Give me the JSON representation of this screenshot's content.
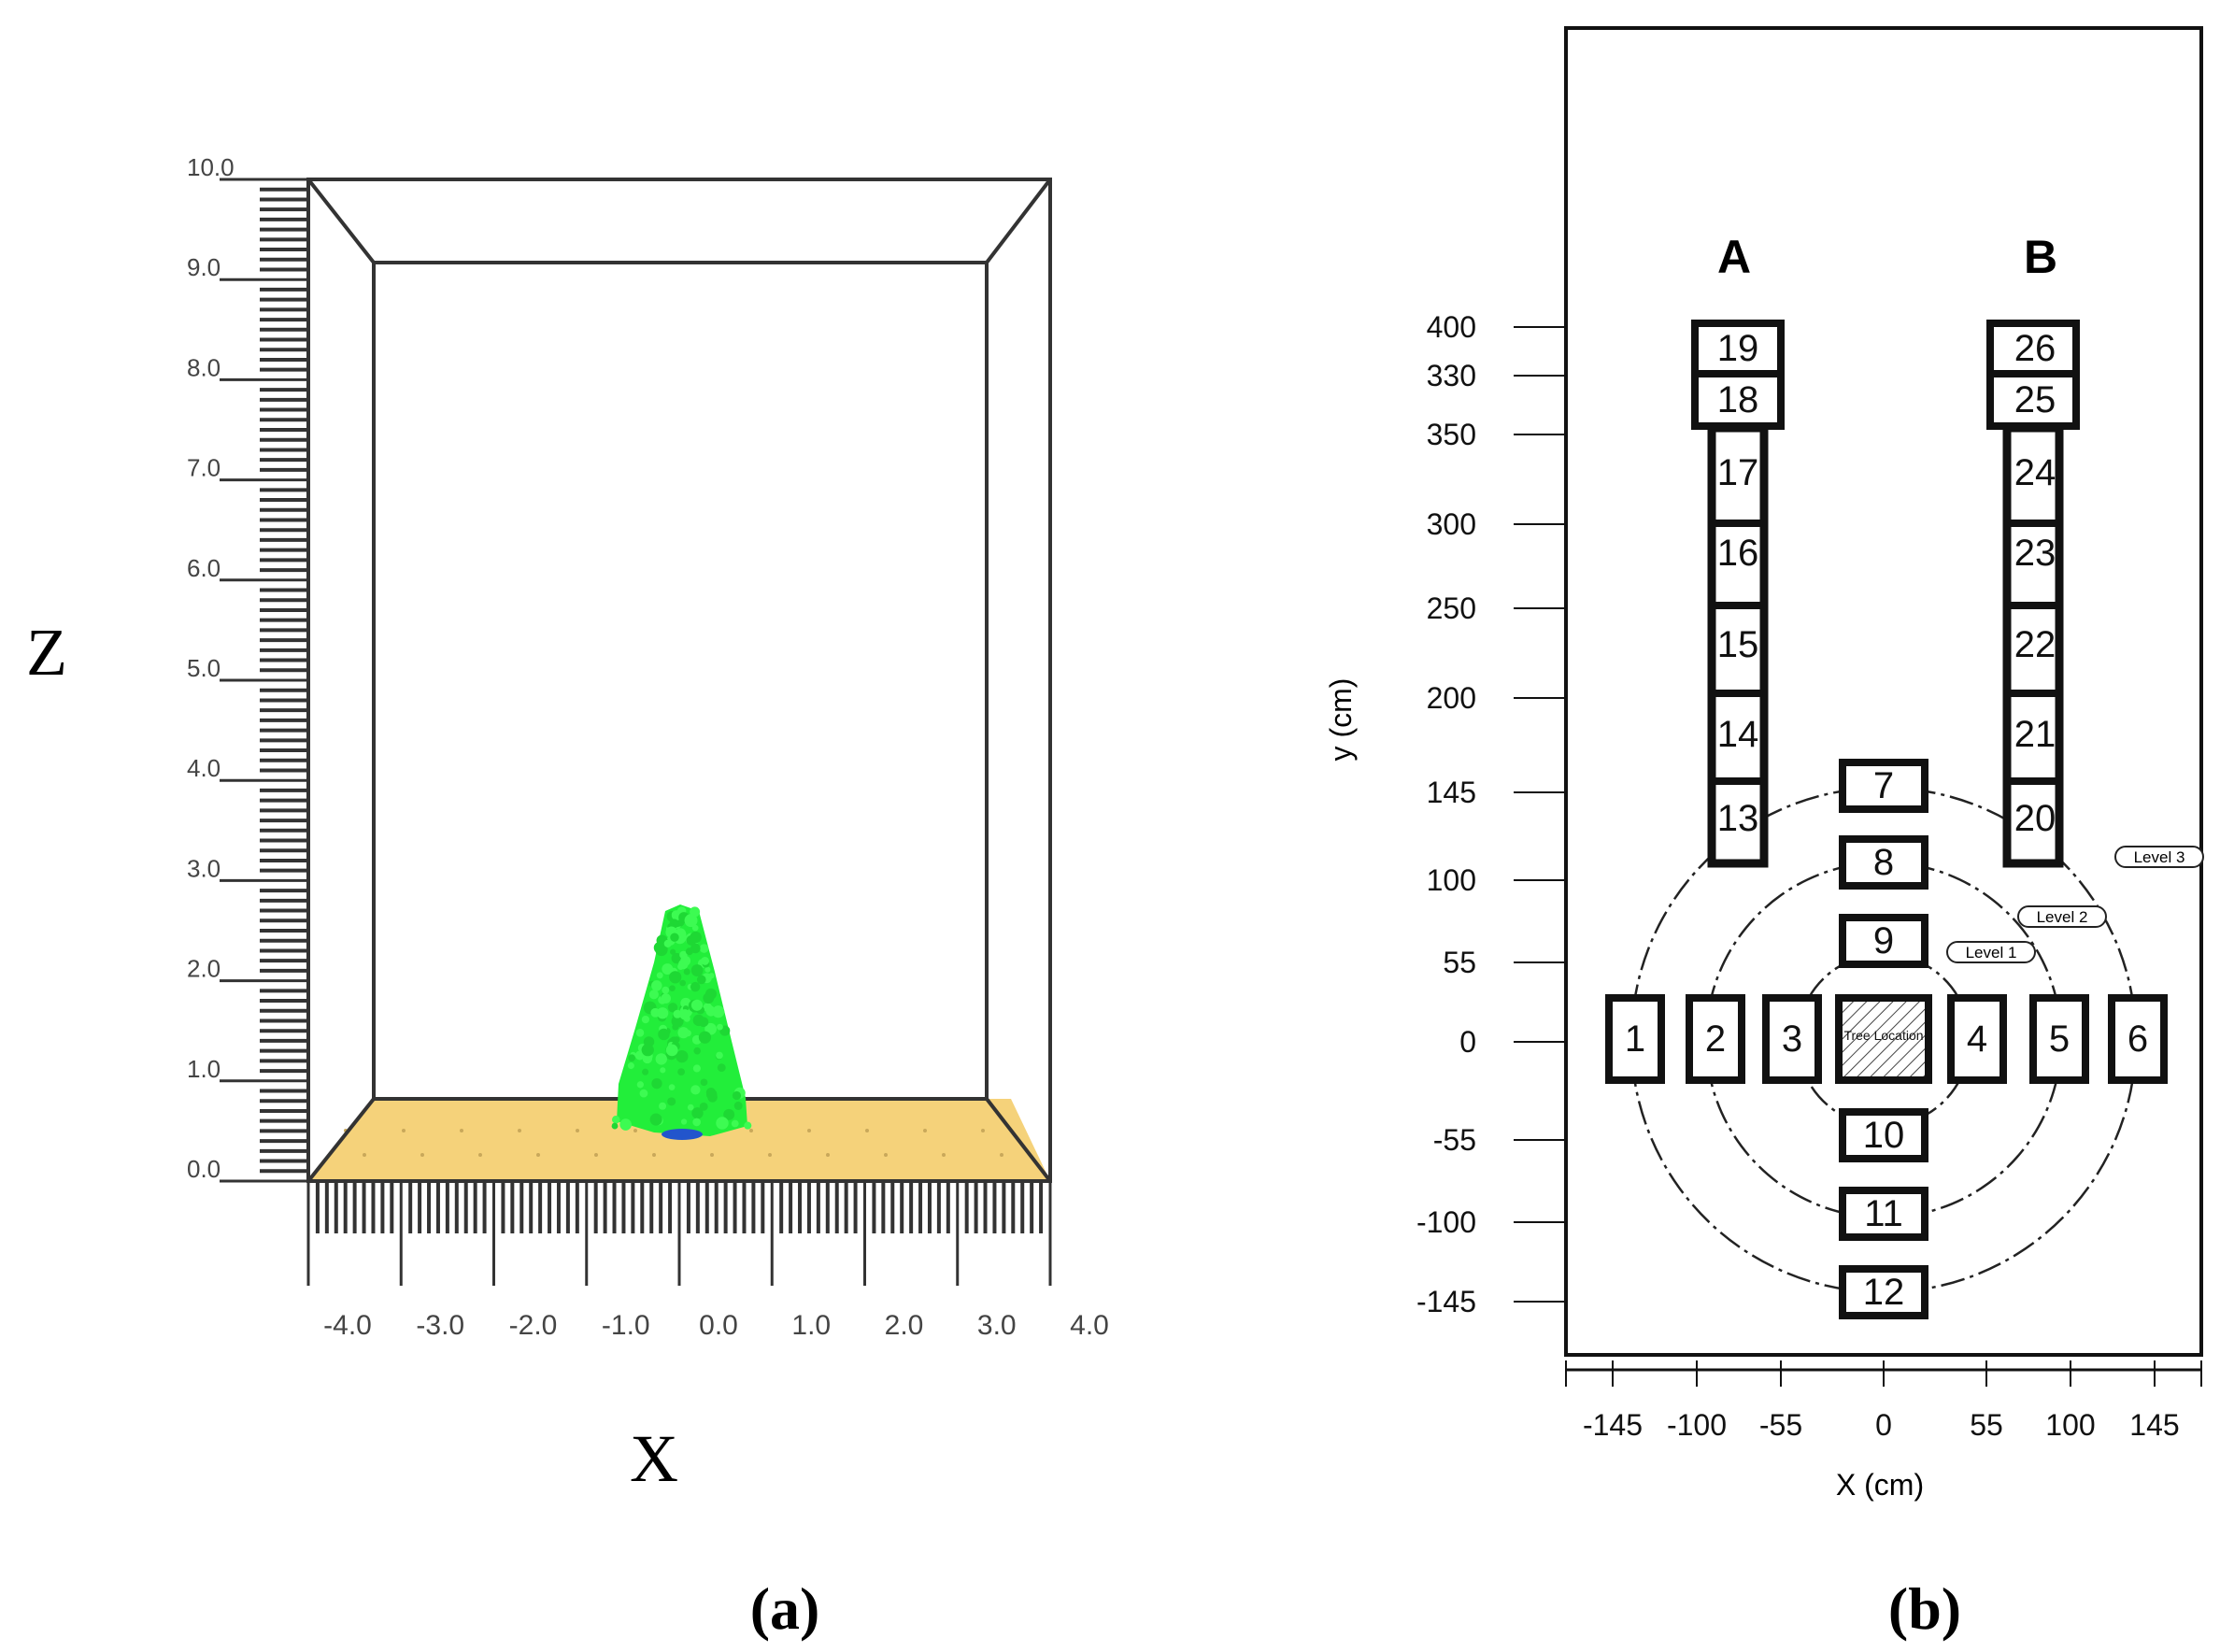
{
  "panel_a": {
    "caption": "(a)",
    "z_axis_label": "Z",
    "x_axis_label": "X",
    "z_ticks": [
      {
        "value": 0,
        "label": "0.0"
      },
      {
        "value": 1,
        "label": "1.0"
      },
      {
        "value": 2,
        "label": "2.0"
      },
      {
        "value": 3,
        "label": "3.0"
      },
      {
        "value": 4,
        "label": "4.0"
      },
      {
        "value": 5,
        "label": "5.0"
      },
      {
        "value": 6,
        "label": "6.0"
      },
      {
        "value": 7,
        "label": "7.0"
      },
      {
        "value": 8,
        "label": "8.0"
      },
      {
        "value": 9,
        "label": "9.0"
      },
      {
        "value": 10,
        "label": "10.0"
      }
    ],
    "x_ticks": [
      {
        "value": -4,
        "label": "-4.0"
      },
      {
        "value": -3,
        "label": "-3.0"
      },
      {
        "value": -2,
        "label": "-2.0"
      },
      {
        "value": -1,
        "label": "-1.0"
      },
      {
        "value": 0,
        "label": "0.0"
      },
      {
        "value": 1,
        "label": "1.0"
      },
      {
        "value": 2,
        "label": "2.0"
      },
      {
        "value": 3,
        "label": "3.0"
      },
      {
        "value": 4,
        "label": "4.0"
      }
    ],
    "colors": {
      "tree": "#22ee3a",
      "ground": "#f5d27a",
      "box": "#333333",
      "tree_base": "#2255cc"
    }
  },
  "panel_b": {
    "caption": "(b)",
    "x_axis_label": "X (cm)",
    "y_axis_label": "y (cm)",
    "column_labels": [
      "A",
      "B"
    ],
    "x_ticks": [
      {
        "value": -145,
        "label": "-145"
      },
      {
        "value": -100,
        "label": "-100"
      },
      {
        "value": -55,
        "label": "-55"
      },
      {
        "value": 0,
        "label": "0"
      },
      {
        "value": 55,
        "label": "55"
      },
      {
        "value": 100,
        "label": "100"
      },
      {
        "value": 145,
        "label": "145"
      }
    ],
    "y_ticks": [
      {
        "label": "400"
      },
      {
        "label": "330"
      },
      {
        "label": "350"
      },
      {
        "label": "300"
      },
      {
        "label": "250"
      },
      {
        "label": "200"
      },
      {
        "label": "145"
      },
      {
        "label": "100"
      },
      {
        "label": "55"
      },
      {
        "label": "0"
      },
      {
        "label": "-55"
      },
      {
        "label": "-100"
      },
      {
        "label": "-145"
      }
    ],
    "level_labels": [
      "Level 1",
      "Level 2",
      "Level 3"
    ],
    "center_label": "Tree Location",
    "sensor_labels": [
      "1",
      "2",
      "3",
      "4",
      "5",
      "6",
      "7",
      "8",
      "9",
      "10",
      "11",
      "12",
      "13",
      "14",
      "15",
      "16",
      "17",
      "18",
      "19",
      "20",
      "21",
      "22",
      "23",
      "24",
      "25",
      "26"
    ]
  }
}
